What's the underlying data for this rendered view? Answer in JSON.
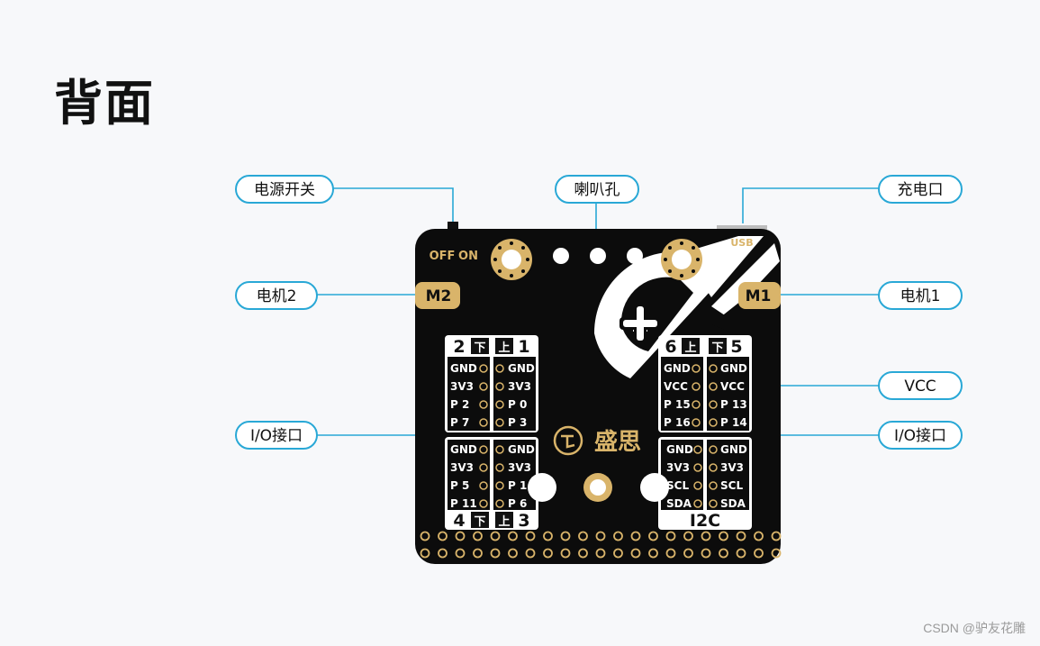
{
  "title": "背面",
  "watermark": "CSDN @驴友花雕",
  "colors": {
    "accent": "#29a8d6",
    "board": "#0c0c0c",
    "gold": "#d9b46a",
    "white": "#ffffff"
  },
  "callouts": {
    "power_switch": "电源开关",
    "speaker_hole": "喇叭孔",
    "charge_port": "充电口",
    "motor2": "电机2",
    "motor1": "电机1",
    "vcc": "VCC",
    "io_left": "I/O接口",
    "io_right": "I/O接口"
  },
  "board": {
    "off_label": "OFF",
    "on_label": "ON",
    "usb_label": "USB",
    "m1_label": "M1",
    "m2_label": "M2",
    "brand": "盛思",
    "i2c_label": "I2C",
    "top_left_numbers": {
      "a": "2",
      "a_tag": "下",
      "b_tag": "上",
      "b": "1"
    },
    "top_right_numbers": {
      "a": "6",
      "a_tag": "上",
      "b_tag": "下",
      "b": "5"
    },
    "bottom_left_numbers": {
      "a": "4",
      "a_tag": "下",
      "b_tag": "上",
      "b": "3"
    },
    "block_tl_left": [
      "GND",
      "3V3",
      "P 2",
      "P 7"
    ],
    "block_tl_right": [
      "GND",
      "3V3",
      "P 0",
      "P 3"
    ],
    "block_bl_left": [
      "GND",
      "3V3",
      "P 5",
      "P 11"
    ],
    "block_bl_right": [
      "GND",
      "3V3",
      "P 1",
      "P 6"
    ],
    "block_tr_left": [
      "GND",
      "VCC",
      "P 15",
      "P 16"
    ],
    "block_tr_right": [
      "GND",
      "VCC",
      "P 13",
      "P 14"
    ],
    "block_br_left": [
      "GND",
      "3V3",
      "SCL",
      "SDA"
    ],
    "block_br_right": [
      "GND",
      "3V3",
      "SCL",
      "SDA"
    ]
  }
}
